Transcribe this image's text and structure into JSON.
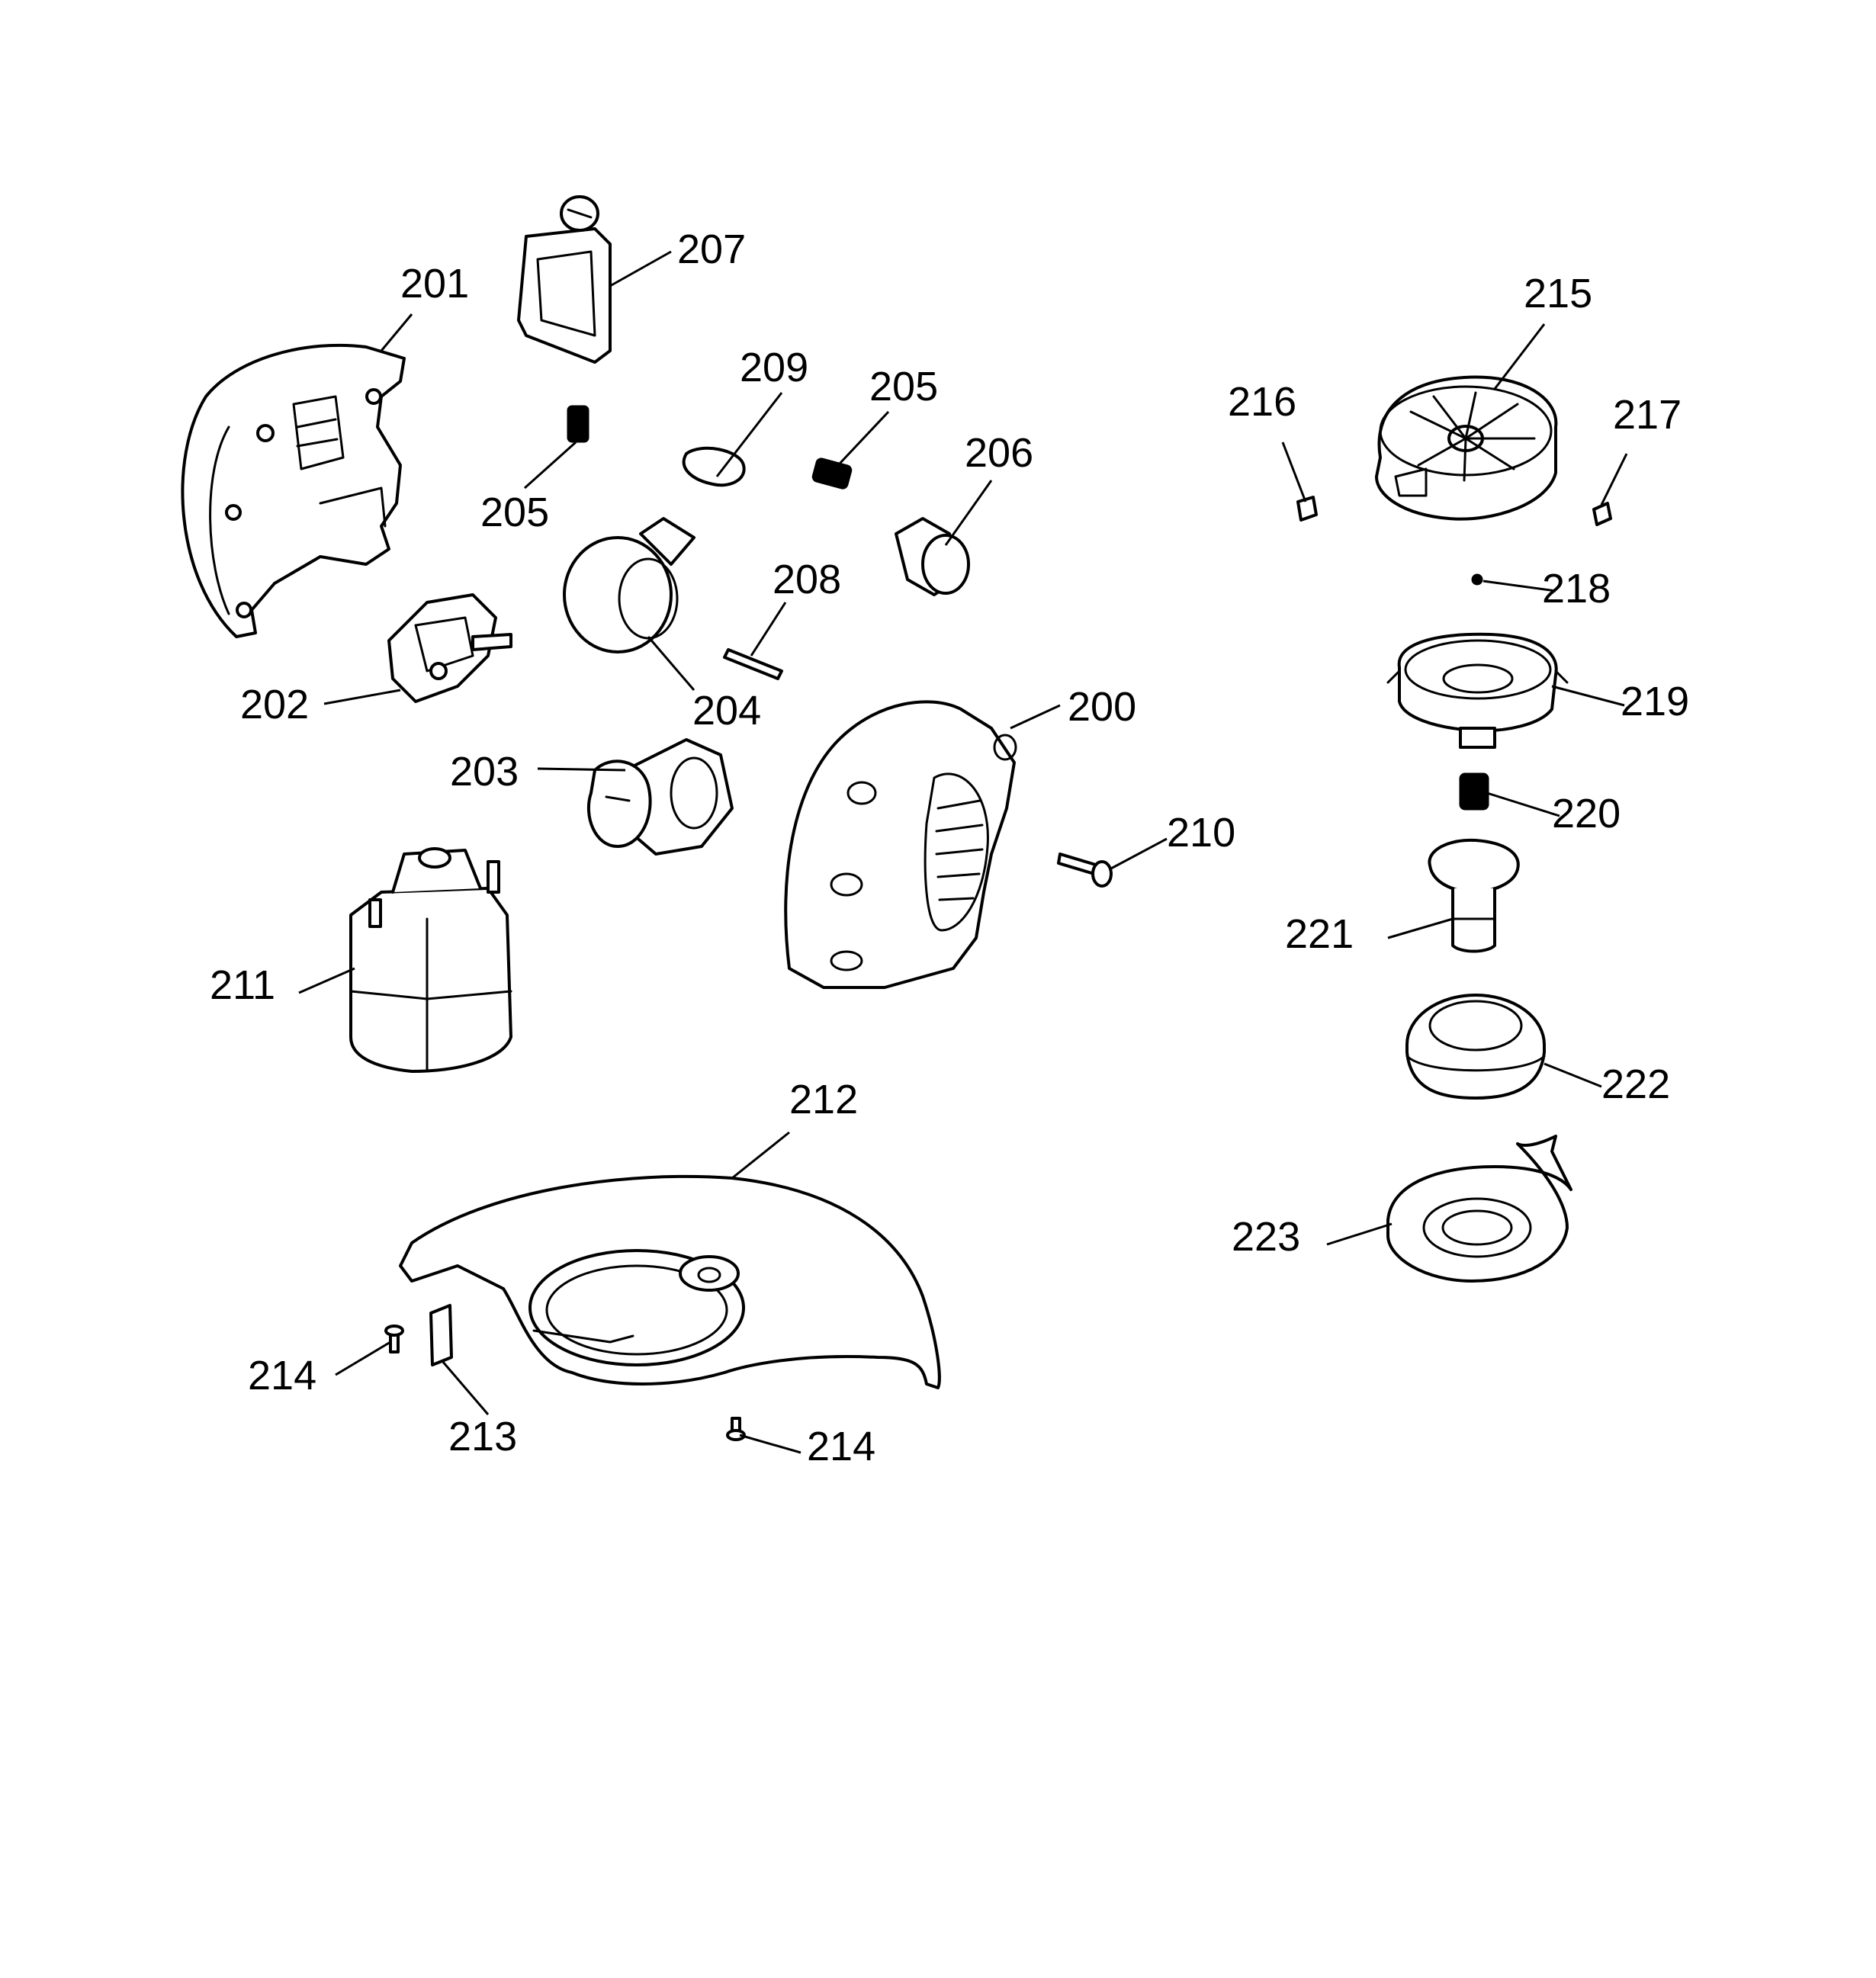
{
  "colors": {
    "ink": "#000000",
    "paper": "#ffffff"
  },
  "callouts": [
    {
      "id": "c200",
      "label": "200"
    },
    {
      "id": "c201",
      "label": "201"
    },
    {
      "id": "c202",
      "label": "202"
    },
    {
      "id": "c203",
      "label": "203"
    },
    {
      "id": "c204",
      "label": "204"
    },
    {
      "id": "c205a",
      "label": "205"
    },
    {
      "id": "c205b",
      "label": "205"
    },
    {
      "id": "c206",
      "label": "206"
    },
    {
      "id": "c207",
      "label": "207"
    },
    {
      "id": "c208",
      "label": "208"
    },
    {
      "id": "c209",
      "label": "209"
    },
    {
      "id": "c210",
      "label": "210"
    },
    {
      "id": "c211",
      "label": "211"
    },
    {
      "id": "c212",
      "label": "212"
    },
    {
      "id": "c213",
      "label": "213"
    },
    {
      "id": "c214a",
      "label": "214"
    },
    {
      "id": "c214b",
      "label": "214"
    },
    {
      "id": "c215",
      "label": "215"
    },
    {
      "id": "c216",
      "label": "216"
    },
    {
      "id": "c217",
      "label": "217"
    },
    {
      "id": "c218",
      "label": "218"
    },
    {
      "id": "c219",
      "label": "219"
    },
    {
      "id": "c220",
      "label": "220"
    },
    {
      "id": "c221",
      "label": "221"
    },
    {
      "id": "c222",
      "label": "222"
    },
    {
      "id": "c223",
      "label": "223"
    }
  ]
}
